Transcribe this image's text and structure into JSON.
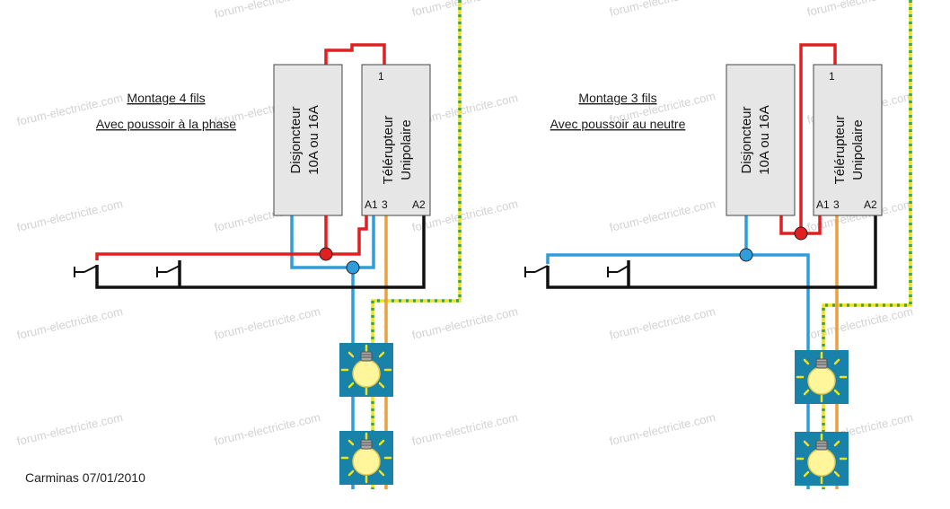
{
  "watermark": "forum-electricite.com",
  "colors": {
    "phase": "#e02020",
    "neutral": "#2f9ddc",
    "return": "#111111",
    "switched": "#e8a040",
    "earth_yellow": "#f2e21a",
    "earth_green": "#3aa64a",
    "lamp_bg": "#1882a8",
    "lamp_glow": "#fff59a",
    "box_fill": "#e6e6e6"
  },
  "left": {
    "title_line1": "Montage 4 fils",
    "title_line2": "Avec poussoir à la phase",
    "breaker_line1": "Disjoncteur",
    "breaker_line2": "10A ou 16A",
    "relay_line1": "Télérupteur",
    "relay_line2": "Unipolaire",
    "terminal_1": "1",
    "terminal_a1": "A1",
    "terminal_3": "3",
    "terminal_a2": "A2"
  },
  "right": {
    "title_line1": "Montage 3 fils",
    "title_line2": "Avec poussoir au neutre",
    "breaker_line1": "Disjoncteur",
    "breaker_line2": "10A ou 16A",
    "relay_line1": "Télérupteur",
    "relay_line2": "Unipolaire",
    "terminal_1": "1",
    "terminal_a1": "A1",
    "terminal_3": "3",
    "terminal_a2": "A2"
  },
  "credit": "Carminas 07/01/2010"
}
